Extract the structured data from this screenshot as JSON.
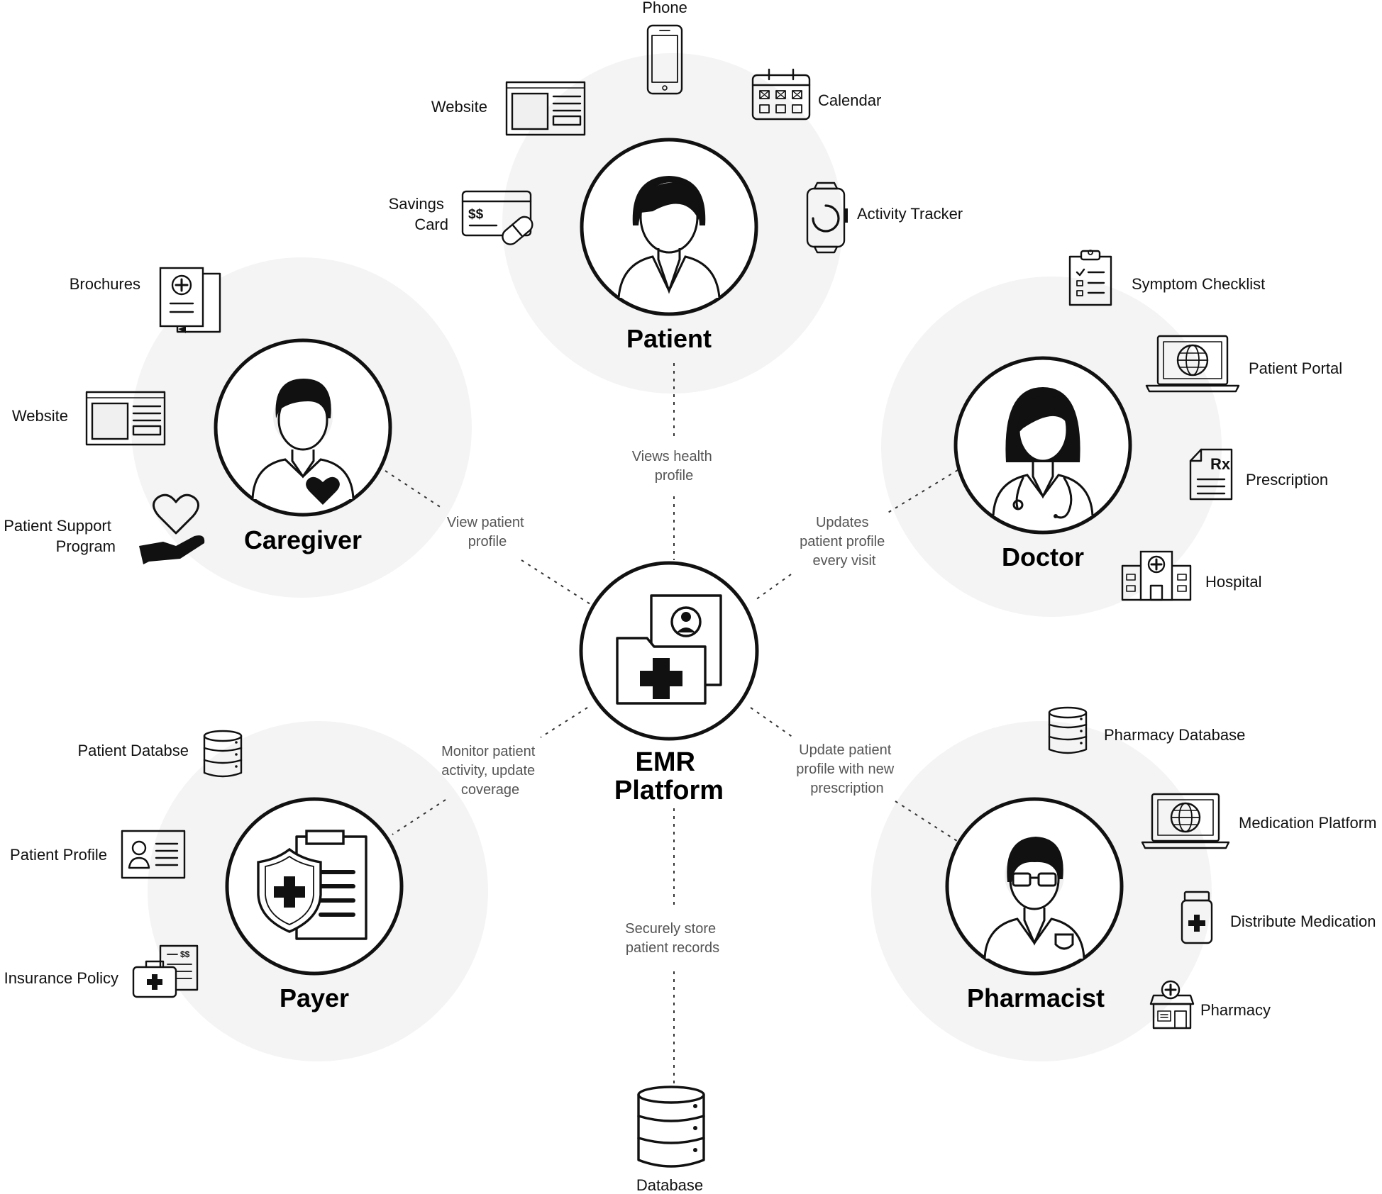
{
  "center": {
    "line1": "EMR",
    "line2": "Platform"
  },
  "actors": {
    "patient": "Patient",
    "caregiver": "Caregiver",
    "doctor": "Doctor",
    "payer": "Payer",
    "pharmacist": "Pharmacist"
  },
  "edges": {
    "patient": [
      "Views health",
      "profile"
    ],
    "caregiver": [
      "View patient",
      "profile"
    ],
    "doctor": [
      "Updates",
      "patient profile",
      "every visit"
    ],
    "payer": [
      "Monitor patient",
      "activity, update",
      "coverage"
    ],
    "pharmacist": [
      "Update patient",
      "profile with new",
      "prescription"
    ],
    "database": [
      "Securely store",
      "patient records"
    ]
  },
  "patient_items": {
    "phone": "Phone",
    "website": "Website",
    "calendar": "Calendar",
    "savings_card": [
      "Savings",
      "Card"
    ],
    "activity_tracker": "Activity Tracker"
  },
  "caregiver_items": {
    "brochures": "Brochures",
    "website": "Website",
    "support_program": [
      "Patient Support",
      "Program"
    ]
  },
  "doctor_items": {
    "symptom_checklist": "Symptom Checklist",
    "patient_portal": "Patient Portal",
    "prescription": "Prescription",
    "hospital": "Hospital"
  },
  "payer_items": {
    "patient_database": "Patient Databse",
    "patient_profile": "Patient Profile",
    "insurance_policy": "Insurance Policy"
  },
  "pharmacist_items": {
    "pharmacy_database": "Pharmacy Database",
    "medication_platform": "Medication Platform",
    "distribute_medication": "Distribute Medication",
    "pharmacy": "Pharmacy"
  },
  "database": {
    "label": "Database"
  },
  "glyphs": {
    "dollars": "$$",
    "rx": "Rx",
    "small_dollars": "$$"
  }
}
